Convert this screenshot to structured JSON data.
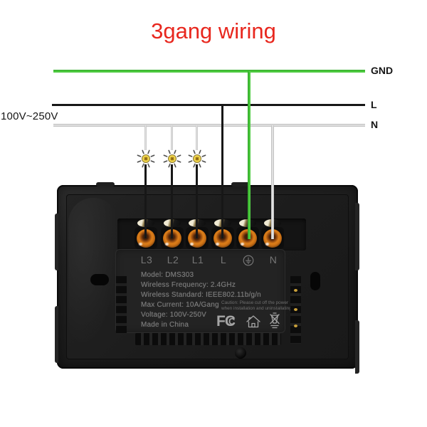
{
  "title": "3gang wiring",
  "supply": {
    "voltage_range": "100V~250V",
    "gnd_label": "GND",
    "live_label": "L",
    "neutral_label": "N"
  },
  "lamps": {
    "icon": "light-bulb-icon",
    "count_shown": 3
  },
  "device": {
    "terminals": [
      {
        "label": "L3"
      },
      {
        "label": "L2"
      },
      {
        "label": "L1"
      },
      {
        "label": "L"
      },
      {
        "icon": "earth-ground-symbol"
      },
      {
        "label": "N"
      }
    ],
    "specs": [
      "Model: DMS303",
      "Wireless Frequency: 2.4GHz",
      "Wireless Standard: IEEE802.11b/g/n",
      "Max Current: 10A/Gang",
      "Voltage: 100V-250V",
      "Made in China"
    ],
    "caution": [
      "Caution: Please cut off the power",
      "when installation and uninstallating"
    ],
    "certifications": {
      "fcc_text_large": "FC",
      "fcc_text_small": "C",
      "indoor_icon": "house-indoor-use-icon",
      "weee_icon": "crossed-out-bin-icon"
    }
  },
  "colors": {
    "title_red": "#e8271e",
    "gnd_green": "#45c438",
    "live_black": "#171717",
    "neutral_gray": "#cccccc",
    "label_black": "#161616",
    "copper_orange": "#dd7f1a",
    "device_text_gray": "#7d7d7d",
    "cert_icon_gray": "#a5a5a5",
    "lamp_yellow": "#f1d54a"
  }
}
